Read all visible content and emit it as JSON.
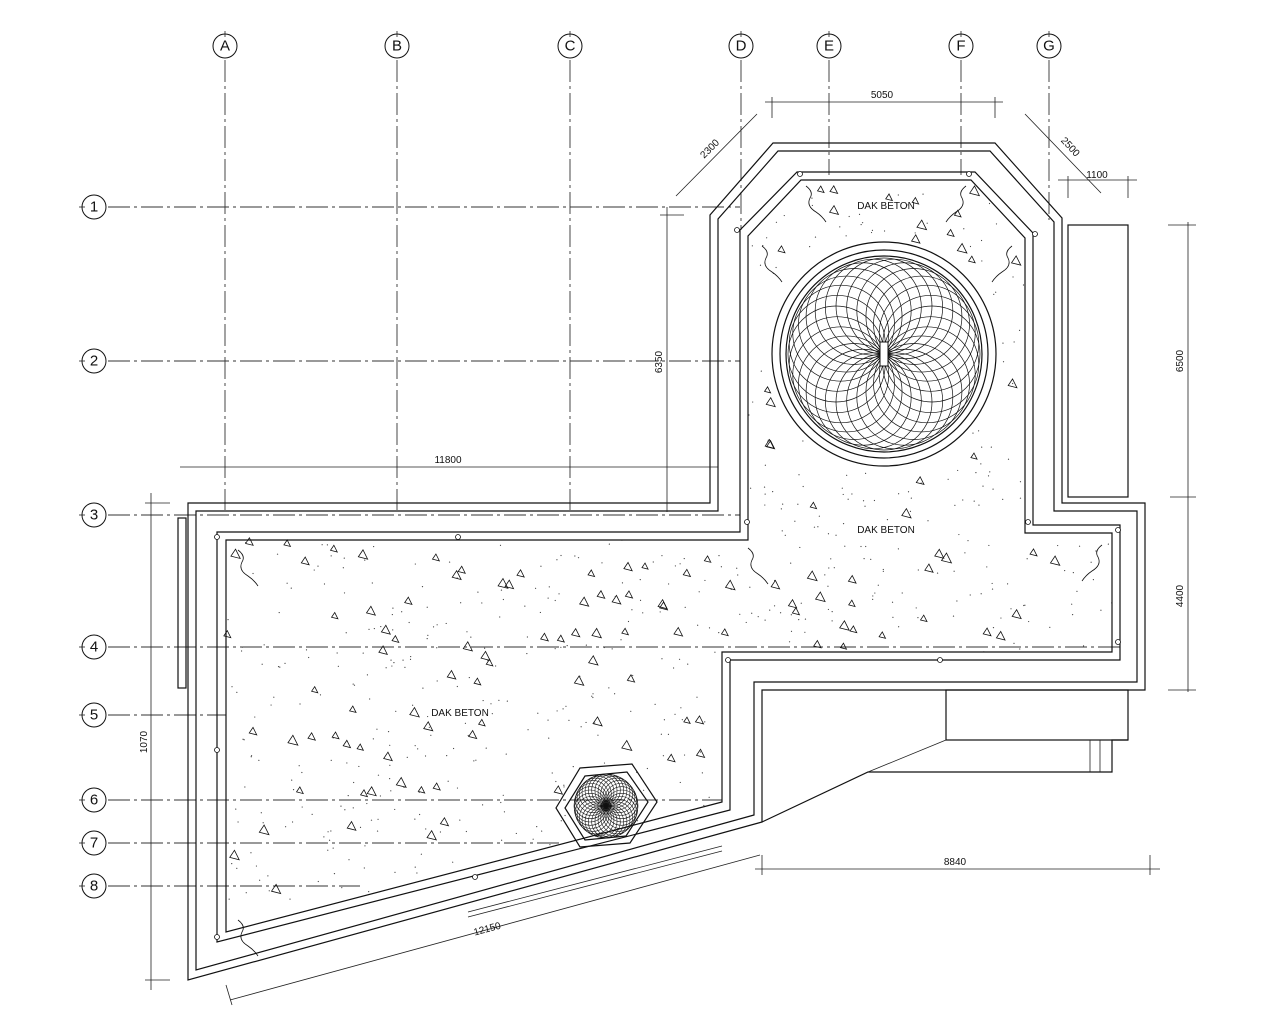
{
  "drawing": {
    "grid_columns": [
      "A",
      "B",
      "C",
      "D",
      "E",
      "F",
      "G"
    ],
    "grid_rows": [
      "1",
      "2",
      "3",
      "4",
      "5",
      "6",
      "7",
      "8"
    ],
    "dimensions": {
      "top_width": "5050",
      "diag_left": "2300",
      "diag_right": "2500",
      "right_offset": "1100",
      "vertical_left": "6350",
      "horizontal_main": "11800",
      "right_upper": "6500",
      "right_lower": "4400",
      "bottom_right": "8840",
      "left_total": "1070",
      "bottom_diag": "12150"
    },
    "slab_labels": [
      "DAK BETON",
      "DAK BETON",
      "DAK BETON"
    ]
  }
}
